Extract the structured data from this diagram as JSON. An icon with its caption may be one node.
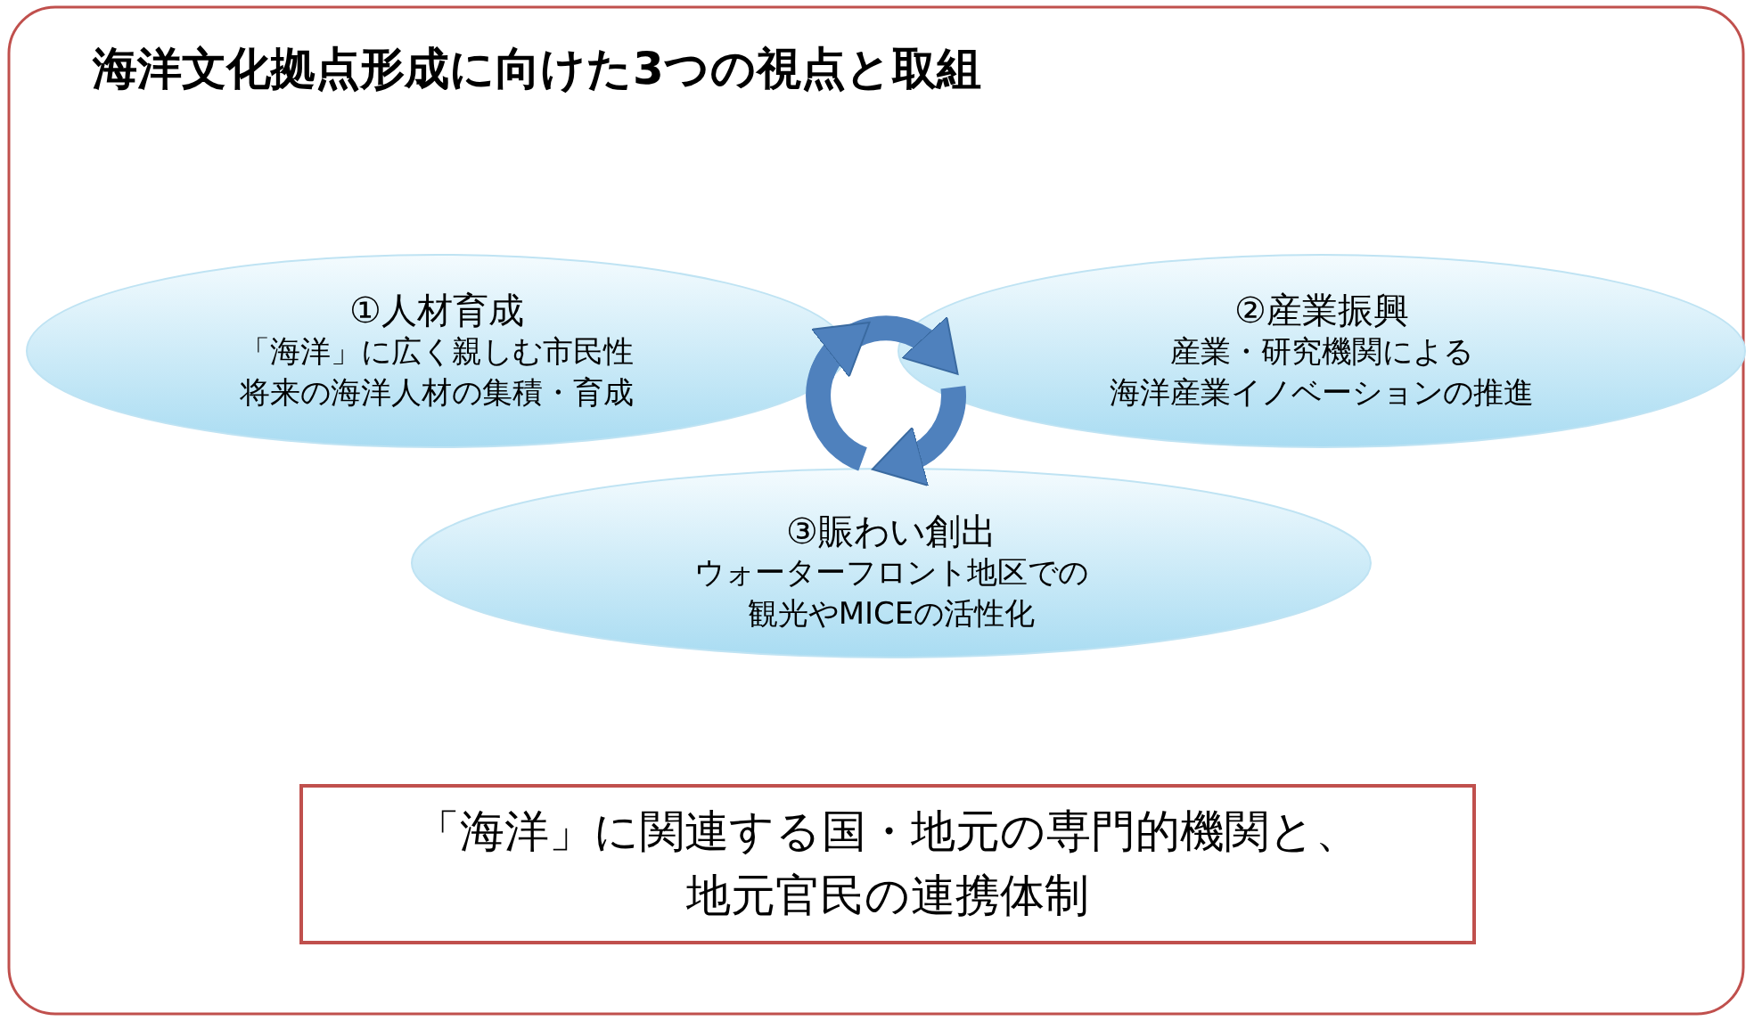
{
  "diagram": {
    "title": "海洋文化拠点形成に向けた3つの視点と取組",
    "nodes": [
      {
        "text": [
          "①人材育成",
          "「海洋」に広く親しむ市民性将来の海洋人材の集積・育成"
        ]
      },
      {
        "text": [
          "②産業振興",
          "産業・研究機関による海洋産業イノベーションの推進"
        ]
      },
      {
        "text": [
          "③賑わい創出",
          "ウォーターフロント地区での観光やMICEの活性化"
        ]
      },
      {
        "text": [
          "「海洋」に関連する国・地元の専門的機関と、地元官民の連携体制"
        ]
      }
    ],
    "edges": [
      {
        "from": 0,
        "to": 1,
        "arrow": "to"
      },
      {
        "from": 1,
        "to": 2,
        "arrow": "to"
      },
      {
        "from": 2,
        "to": 0,
        "arrow": "to"
      }
    ]
  }
}
